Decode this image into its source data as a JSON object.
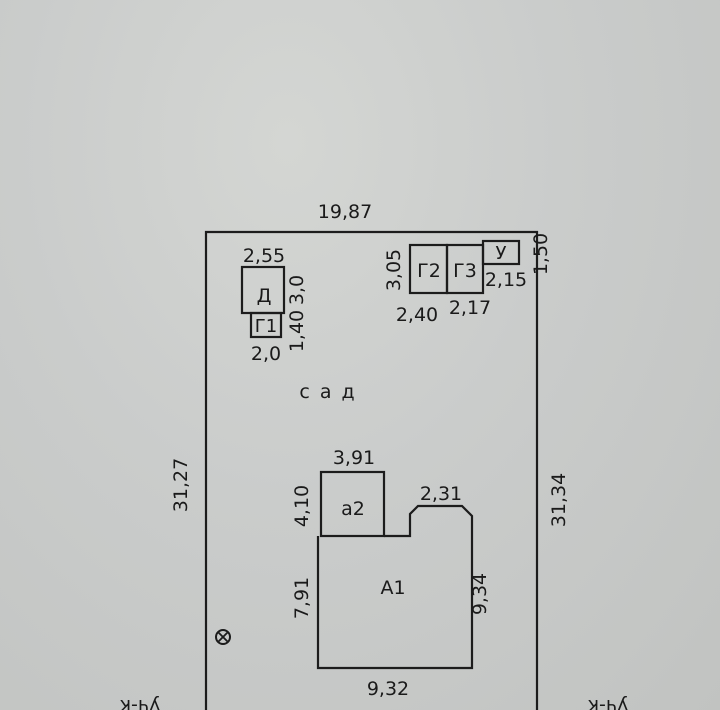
{
  "plot": {
    "top_width": "19,87",
    "left_length": "31,27",
    "right_length": "31,34",
    "garden_label": "с а д"
  },
  "building_d": {
    "label": "Д",
    "width": "2,55",
    "depth": "3,0"
  },
  "building_g1": {
    "label": "Г1",
    "width": "2,0",
    "depth": "1,40"
  },
  "outbuildings_top": {
    "g2_label": "Г2",
    "g3_label": "Г3",
    "u_label": "У",
    "height": "3,05",
    "g2_width": "2,40",
    "g3_width": "2,17",
    "u_width": "2,15",
    "u_depth": "1,50"
  },
  "house": {
    "a2_label": "а2",
    "a2_width": "3,91",
    "a2_depth": "4,10",
    "a1_label": "А1",
    "a1_left": "7,91",
    "a1_right": "9,34",
    "a1_bottom": "9,32",
    "porch_width": "2,31"
  },
  "edge_labels": {
    "left": "уч-к",
    "right": "уч-к"
  },
  "colors": {
    "paper": "#cacccb",
    "ink": "#1c1c1c"
  }
}
